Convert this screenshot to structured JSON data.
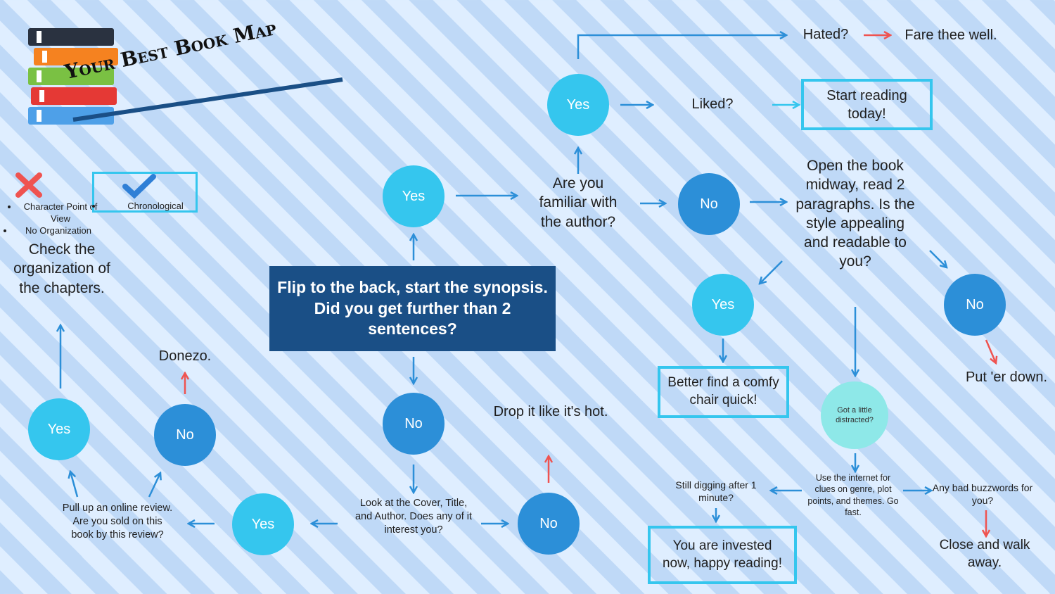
{
  "title": "Your Best Book Map",
  "start_question": "Flip to the back, start the synopsis. Did you get further than 2 sentences?",
  "yes": "Yes",
  "no": "No",
  "author_question": "Are you familiar with the author?",
  "hated": "Hated?",
  "fare_well": "Fare thee well.",
  "liked": "Liked?",
  "start_reading": "Start reading today!",
  "open_book": "Open the book midway, read 2 paragraphs. Is the style appealing and readable to you?",
  "comfy_chair": "Better find a comfy chair quick!",
  "put_down": "Put 'er down.",
  "distracted": "Got a little distracted?",
  "internet_clues": "Use the internet for clues on genre, plot points, and themes. Go fast.",
  "still_digging": "Still digging after 1 minute?",
  "invested": "You are invested now, happy reading!",
  "buzzwords": "Any bad buzzwords for you?",
  "close_walk": "Close and walk away.",
  "look_cover": "Look at the Cover, Title, and Author. Does any of it interest you?",
  "drop_hot": "Drop it like it's hot.",
  "online_review": "Pull up an online review. Are you sold on this book by this review?",
  "donezo": "Donezo.",
  "check_org": "Check the organization of the chapters.",
  "org_bad": [
    "Character Point of View",
    "No Organization"
  ],
  "org_good": "Chronological",
  "colors": {
    "dark_blue": "#1a4f86",
    "circle_light": "#35c6ee",
    "circle_dark": "#2c8fd8",
    "circle_teal": "#8ee8e8",
    "arrow_blue": "#2c8fd8",
    "arrow_red": "#ef5350",
    "check_blue": "#2f7fd6",
    "cross_red": "#ef5350"
  },
  "icons": [
    "books-stack-icon",
    "cross-icon",
    "check-icon"
  ]
}
